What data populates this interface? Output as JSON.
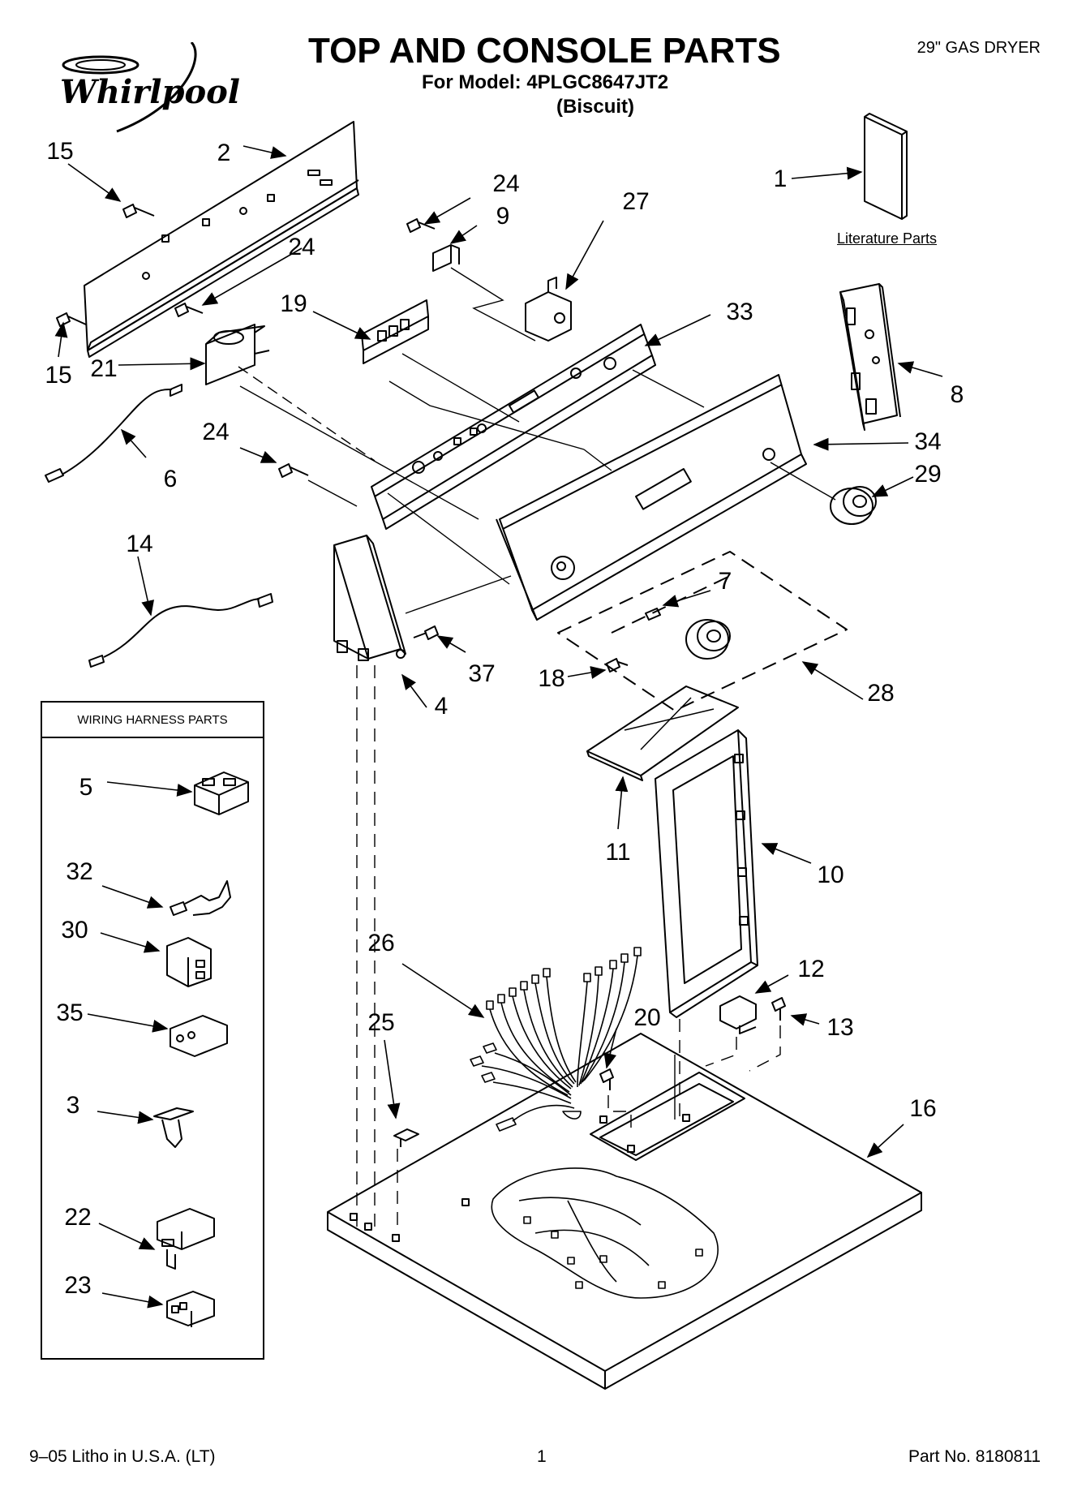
{
  "header": {
    "title": "TOP AND CONSOLE PARTS",
    "model": "For Model: 4PLGC8647JT2",
    "color": "(Biscuit)",
    "product": "29\" GAS DRYER",
    "brand": "Whirlpool"
  },
  "footer": {
    "litho": "9–05 Litho in U.S.A. (LT)",
    "page": "1",
    "part_no": "Part No. 8180811"
  },
  "literature_label": "Literature Parts",
  "wiring_box_title": "WIRING HARNESS PARTS",
  "callouts": {
    "c1": "1",
    "c2": "2",
    "c3": "3",
    "c4": "4",
    "c5": "5",
    "c6": "6",
    "c7": "7",
    "c8": "8",
    "c9": "9",
    "c10": "10",
    "c11": "11",
    "c12": "12",
    "c13": "13",
    "c14": "14",
    "c15a": "15",
    "c15b": "15",
    "c16": "16",
    "c18": "18",
    "c19": "19",
    "c20": "20",
    "c21": "21",
    "c22": "22",
    "c23": "23",
    "c24a": "24",
    "c24b": "24",
    "c24c": "24",
    "c25": "25",
    "c26": "26",
    "c27": "27",
    "c28": "28",
    "c29": "29",
    "c30": "30",
    "c32": "32",
    "c33": "33",
    "c34": "34",
    "c35": "35",
    "c37": "37"
  }
}
